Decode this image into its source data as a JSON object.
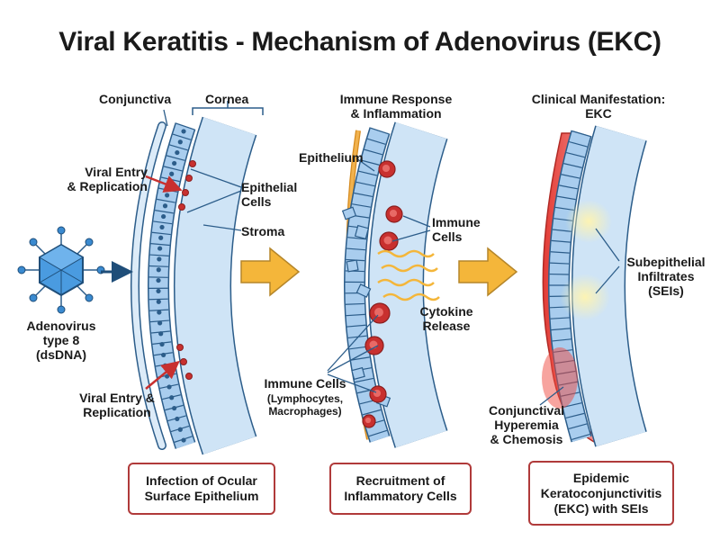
{
  "title": "Viral Keratitis - Mechanism of Adenovirus (EKC)",
  "panel1": {
    "conjunctiva": "Conjunctiva",
    "cornea": "Cornea",
    "viral_entry_top": [
      "Viral Entry",
      "& Replication"
    ],
    "epithelial_cells": [
      "Epithelial",
      "Cells"
    ],
    "stroma": "Stroma",
    "adenovirus": [
      "Adenovirus",
      "type 8",
      "(dsDNA)"
    ],
    "viral_entry_bottom": [
      "Viral Entry &",
      "Replication"
    ],
    "caption": [
      "Infection of Ocular",
      "Surface Epithelium"
    ]
  },
  "panel2": {
    "heading": [
      "Immune Response",
      "& Inflammation"
    ],
    "epithelium": "Epithelium",
    "immune_cells": [
      "Immune",
      "Cells"
    ],
    "cytokine": [
      "Cytokine",
      "Release"
    ],
    "immune_cells_bottom": "Immune Cells",
    "immune_cells_detail": [
      "(Lymphocytes,",
      "Macrophages)"
    ],
    "caption": [
      "Recruitment of",
      "Inflammatory Cells"
    ]
  },
  "panel3": {
    "heading": [
      "Clinical Manifestation:",
      "EKC"
    ],
    "sei": [
      "Subepithelial",
      "Infiltrates",
      "(SEIs)"
    ],
    "hyperemia": [
      "Conjunctival",
      "Hyperemia",
      "& Chemosis"
    ],
    "caption": [
      "Epidemic",
      "Keratoconjunctivitis",
      "(EKC) with SEIs"
    ]
  },
  "colors": {
    "stroma": "#cfe4f6",
    "epithelium": "#a9cdee",
    "outline": "#2c5d8a",
    "virus": "#3a8ad0",
    "immune_cell": "#c8302f",
    "arrow": "#f4b63a",
    "pointer": "#c8302f",
    "caption_border": "#b03a3a"
  }
}
